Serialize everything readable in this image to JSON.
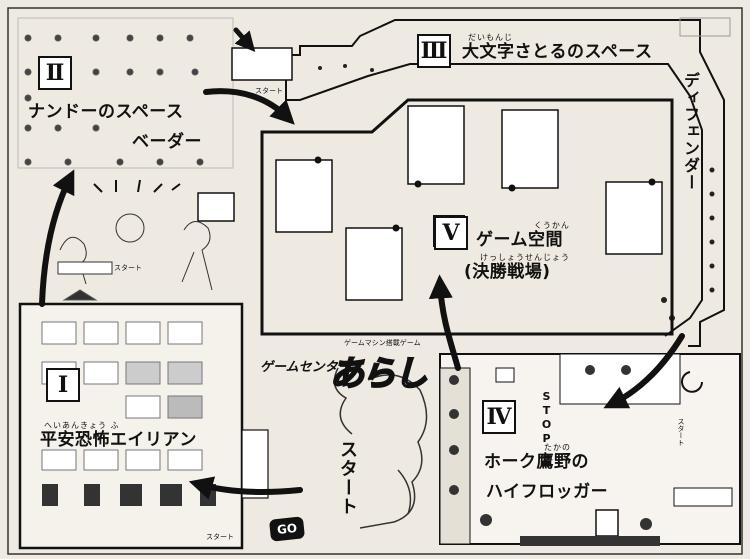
{
  "zones": [
    {
      "numeral": "Ⅰ",
      "title": "平安恐怖エイリアン",
      "ruby": "へいあんきょう ふ"
    },
    {
      "numeral": "Ⅱ",
      "title": "ナンドーのスペース",
      "subtitle": "ベーダー"
    },
    {
      "numeral": "Ⅲ",
      "title": "大文字さとるのスペース",
      "ruby": "だいもんじ",
      "vertical_title": "ディフェンダー"
    },
    {
      "numeral": "Ⅳ",
      "title": "ホーク鷹野の",
      "subtitle": "ハイフロッガー",
      "ruby": "たかの"
    },
    {
      "numeral": "Ⅴ",
      "title": "ゲーム空間",
      "title_ruby": "くうかん",
      "subtitle": "(決勝戦場)",
      "subtitle_ruby": "けっしょうせんじょう"
    }
  ],
  "start": {
    "big_label": "スタート",
    "go_label": "GO",
    "small_labels": [
      "スタート",
      "スタート",
      "スタート",
      "スタート"
    ]
  },
  "logo": {
    "main": "あらし",
    "prefix": "ゲームセンター",
    "caption": "ゲームマシン搭載ゲーム"
  },
  "stop_label": "STOP"
}
